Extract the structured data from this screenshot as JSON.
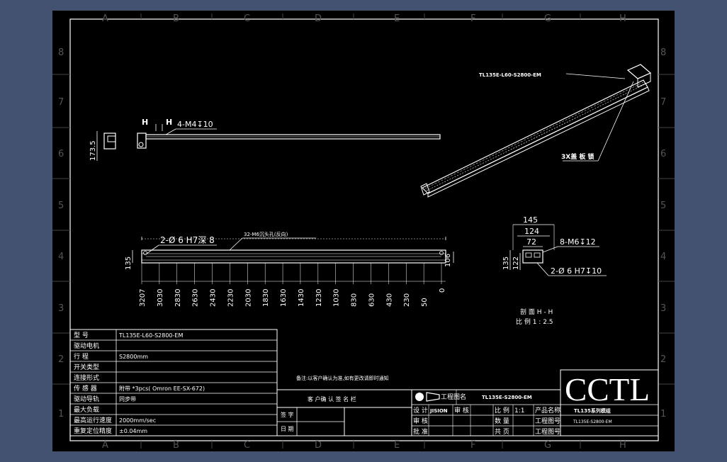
{
  "zones": {
    "columns": [
      "A",
      "B",
      "C",
      "D",
      "E",
      "F",
      "G",
      "H"
    ],
    "rows": [
      "8",
      "7",
      "6",
      "5",
      "4",
      "3",
      "2",
      "1"
    ]
  },
  "side_view": {
    "height_dim": "173.5",
    "h_label_left": "H",
    "h_label_right": "H",
    "thread_callout": "4-M4↧10"
  },
  "iso_view": {
    "model_label": "TL135E-L60-S2800-EM",
    "cover_label": "3X盖 板 锁"
  },
  "top_view": {
    "hole_callout": "2-Ø 6 H7深 8",
    "slot_callout": "32-M6沉头孔(反向)",
    "height_left": "135",
    "height_right": "106",
    "dims": [
      "3207",
      "3030",
      "2830",
      "2630",
      "2430",
      "2230",
      "2030",
      "1830",
      "1630",
      "1430",
      "1230",
      "1030",
      "830",
      "630",
      "430",
      "230",
      "50",
      "0"
    ]
  },
  "section_view": {
    "dim_145": "145",
    "dim_124": "124",
    "dim_72": "72",
    "dim_135": "135",
    "dim_122": "122",
    "thread_callout": "8-M6↧12",
    "hole_callout": "2-Ø 6  H7↧10",
    "title_line1": "剖 面 H - H",
    "title_line2": "比 例 1 : 2.5"
  },
  "specs": {
    "rows": [
      {
        "label": "型 号",
        "value": "TL135E-L60-S2800-EM"
      },
      {
        "label": "驱动电机",
        "value": ""
      },
      {
        "label": "行 程",
        "value": "S2800mm"
      },
      {
        "label": "开关类型",
        "value": ""
      },
      {
        "label": "连接形式",
        "value": ""
      },
      {
        "label": "传 感 器",
        "value": "附带 *3pcs( Omron EE-SX-672)"
      },
      {
        "label": "驱动导轨",
        "value": "同步带"
      },
      {
        "label": "最大负载",
        "value": ""
      },
      {
        "label": "最高运行速度",
        "value": "2000mm/sec"
      },
      {
        "label": "重复定位精度",
        "value": "±0.04mm"
      }
    ]
  },
  "notes": "备注:以客户确认为准,如有更改请即时通知",
  "customer_box": {
    "title": "客 户确 认 签 名 栏",
    "sign_label": "签 字",
    "date_label": "日 期"
  },
  "title_block": {
    "projection_label": "工程图名",
    "drawing_title": "TL135E-S2800-EM",
    "designer_label": "设 计",
    "designer": "JISION",
    "check_label": "审 核",
    "review_label": "审 核",
    "approve_label": "批 准",
    "sheet_label": "共 页",
    "scale_label": "比 例",
    "scale_value": "1:1",
    "no_label": "数 量",
    "product_label": "产品名称",
    "drawing_no_label": "工程图号",
    "unit_label": "工程图号",
    "product_name": "TL135系列模组",
    "drawing_no": "TL135E-S2800-EM",
    "company": "CCTL"
  }
}
